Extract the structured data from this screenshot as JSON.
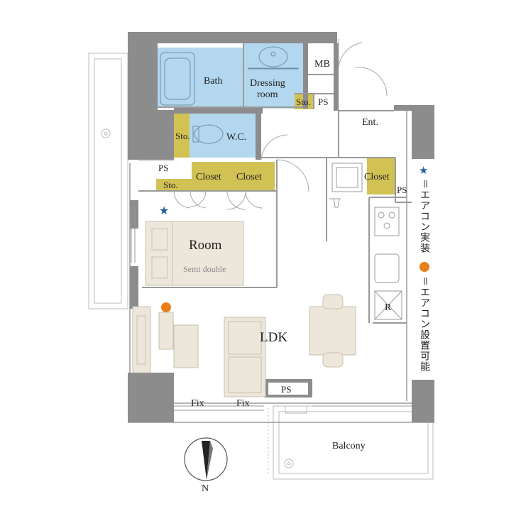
{
  "rooms": {
    "bath": "Bath",
    "dressing_line1": "Dressing",
    "dressing_line2": "room",
    "sto_dressing": "Sto.",
    "ps_top": "PS",
    "mb": "MB",
    "sto_wc": "Sto.",
    "wc": "W.C.",
    "entrance": "Ent.",
    "ps_room": "PS",
    "sto_room": "Sto.",
    "closet_1": "Closet",
    "closet_2": "Closet",
    "closet_ent": "Closet",
    "ps_ent": "PS",
    "room": "Room",
    "room_bed": "Semi double",
    "ldk": "LDK",
    "refrigerator": "R",
    "ps_ldk": "PS",
    "fix_1": "Fix",
    "fix_2": "Fix",
    "balcony": "Balcony"
  },
  "compass": {
    "north_label": "N"
  },
  "legend": {
    "installed_text": "＝エアコン実装",
    "installable_text": "＝エアコン設置可能",
    "installed_color": "#1f5fa8",
    "installable_color": "#e8801e"
  },
  "colors": {
    "wall": "#8c8c8c",
    "wet_area": "#b3d7ee",
    "storage": "#d2c253",
    "furniture": "#ece7da",
    "furniture_stroke": "#c9c2b2",
    "line": "#9a9a9a"
  }
}
